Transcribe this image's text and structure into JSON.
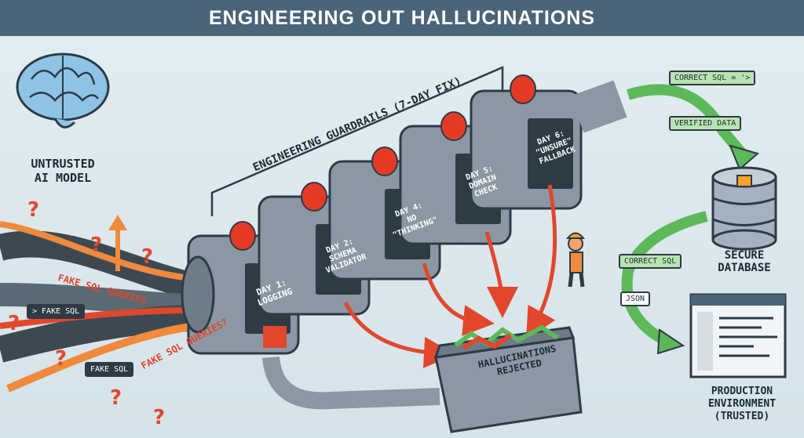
{
  "title": "ENGINEERING OUT HALLUCINATIONS",
  "source": {
    "label_line1": "UNTRUSTED",
    "label_line2": "AI MODEL"
  },
  "guardrails_label": "ENGINEERING GUARDRAILS (7-DAY FIX)",
  "stations": [
    {
      "line1": "DAY 1:",
      "line2": "LOGGING"
    },
    {
      "line1": "DAY 2:",
      "line2": "SCHEMA VALIDATOR"
    },
    {
      "line1": "DAY 4:",
      "line2": "NO \"THINKING\""
    },
    {
      "line1": "DAY 5:",
      "line2": "DOMAIN CHECK"
    },
    {
      "line1": "DAY 6:",
      "line2": "\"UNSURE\" FALLBACK"
    }
  ],
  "stream_labels": [
    "FAKE SQL QUERIES",
    "FAKE SQL QUERIES?",
    "> FAKE SQL",
    "FAKE SQL"
  ],
  "bin_label_line1": "HALLUCINATIONS",
  "bin_label_line2": "REJECTED",
  "output": {
    "correct_sql_tag": "CORRECT SQL = '>",
    "verified_tag": "VERIFIED DATA",
    "correct_sql_tag2": "CORRECT SQL",
    "json_tag": "JSON",
    "database_line1": "SECURE",
    "database_line2": "DATABASE",
    "production_line1": "PRODUCTION",
    "production_line2": "ENVIRONMENT",
    "production_line3": "(TRUSTED)"
  },
  "colors": {
    "header": "#4a6478",
    "alarm": "#e53b25",
    "arrow_red": "#e2472c",
    "arrow_green": "#5db85a",
    "machine": "#8b98a3"
  }
}
